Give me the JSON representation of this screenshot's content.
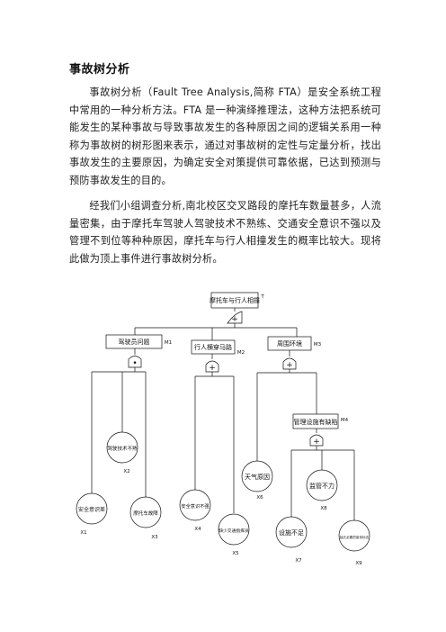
{
  "heading": "事故树分析",
  "paragraphs": [
    "事故树分析（Fault Tree Analysis,简称 FTA）是安全系统工程中常用的一种分析方法。FTA 是一种演绎推理法，这种方法把系统可能发生的某种事故与导致事故发生的各种原因之间的逻辑关系用一种称为事故树的树形图来表示，通过对事故树的定性与定量分析，找出事故发生的主要原因，为确定安全对策提供可靠依据，已达到预测与预防事故发生的目的。",
    "经我们小组调查分析,南北校区交叉路段的摩托车数量甚多，人流量密集，由于摩托车驾驶人驾驶技术不熟练、交通安全意识不强以及管理不到位等种种原因，摩托车与行人相撞发生的概率比较大。现将此做为顶上事件进行事故树分析。"
  ],
  "fault_tree": {
    "top_event": {
      "label": "摩托车与行人相撞",
      "code": "T"
    },
    "intermediate_events": [
      {
        "id": "M1",
        "label": "驾驶员问题",
        "code": "M1"
      },
      {
        "id": "M2",
        "label": "行人横穿马路",
        "code": "M2"
      },
      {
        "id": "M3",
        "label": "周围环境",
        "code": "M3"
      },
      {
        "id": "M4",
        "label": "管理设施有缺陷",
        "code": "M4"
      }
    ],
    "basic_events": [
      {
        "id": "X1",
        "label": "安全意识差",
        "code": "X1"
      },
      {
        "id": "X2",
        "label": "驾驶技术不熟",
        "code": "X2"
      },
      {
        "id": "X3",
        "label": "摩托车故障",
        "code": "X3"
      },
      {
        "id": "X4",
        "label": "安全意识不强",
        "code": "X4"
      },
      {
        "id": "X5",
        "label": "缺少交通指挥员",
        "code": "X5"
      },
      {
        "id": "X6",
        "label": "天气原因",
        "code": "X6"
      },
      {
        "id": "X7",
        "label": "设施不足",
        "code": "X7"
      },
      {
        "id": "X8",
        "label": "监管不力",
        "code": "X8"
      },
      {
        "id": "X9",
        "label": "缺乏必要的宣传标志",
        "code": "X9"
      }
    ],
    "gates": [
      {
        "id": "G0",
        "type": "OR",
        "symbol": "+"
      },
      {
        "id": "G1",
        "type": "AND",
        "symbol": "•"
      },
      {
        "id": "G2",
        "type": "OR",
        "symbol": "+"
      },
      {
        "id": "G3",
        "type": "OR",
        "symbol": "+"
      },
      {
        "id": "G4",
        "type": "OR",
        "symbol": "+"
      }
    ]
  }
}
